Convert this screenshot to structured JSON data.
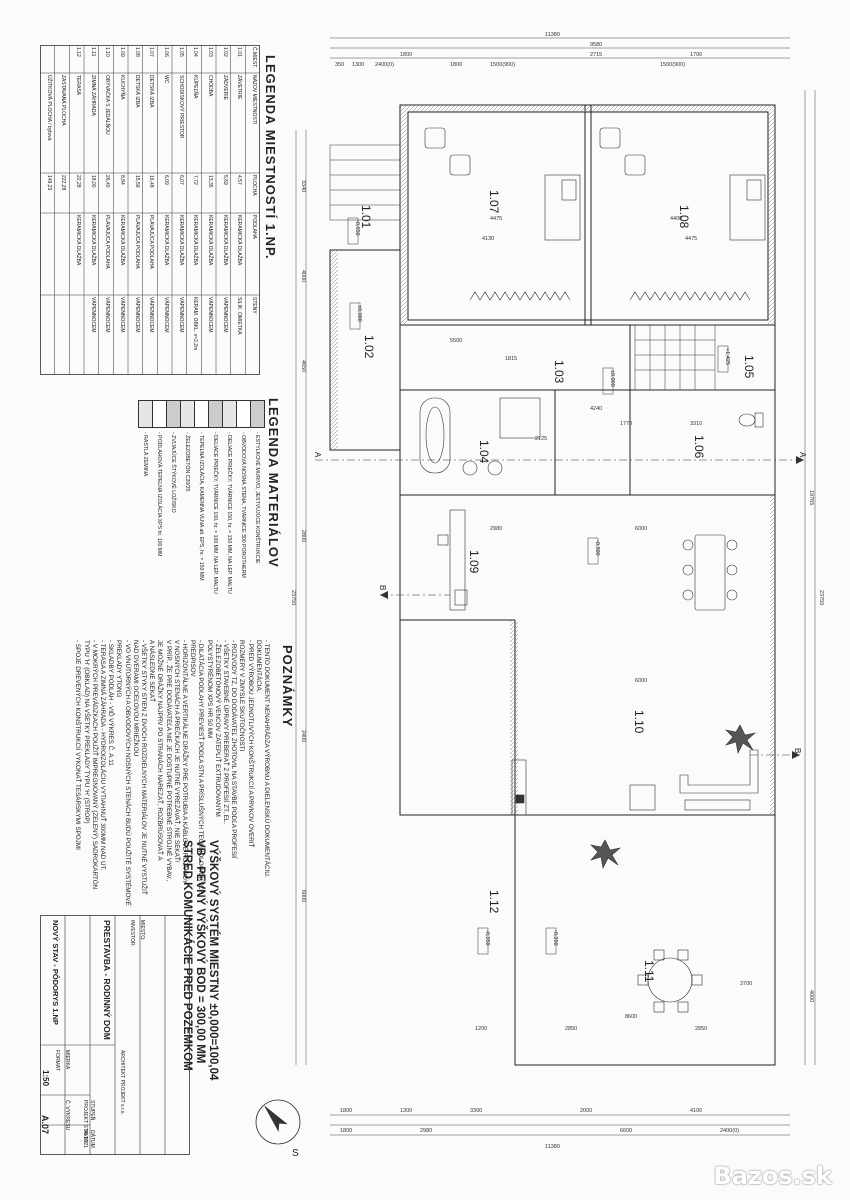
{
  "room_legend": {
    "title": "LEGENDA MIESTNOSTÍ 1.NP.",
    "headers": [
      "Č.MIEST.",
      "NÁZOV MIESTNOSTI",
      "PLOCHA",
      "PODLAHA",
      "STENY"
    ],
    "rows": [
      [
        "1.01",
        "ZÁVETRIE",
        "4,57",
        "KERAMICKÁ DLAŽBA",
        "SILIK. OMIETKA"
      ],
      [
        "1.02",
        "ZÁDVERIE",
        "5,69",
        "KERAMICKÁ DLAŽBA",
        "VÁPENNOCEM"
      ],
      [
        "1.03",
        "CHODBA",
        "13,35",
        "KERAMICKÁ DLAŽBA",
        "VÁPENNOCEM"
      ],
      [
        "1.04",
        "KÚPEĽŇA",
        "7,72",
        "KERAMICKÁ DLAŽBA",
        "KERAM. OBKL. v=2,2m"
      ],
      [
        "1.05",
        "SCHODISKOVÝ PRIESTOR",
        "6,07",
        "KERAMICKÁ DLAŽBA",
        "VÁPENNOCEM"
      ],
      [
        "1.06",
        "WC",
        "6,09",
        "KERAMICKÁ DLAŽBA",
        "VÁPENNOCEM"
      ],
      [
        "1.07",
        "DETSKÁ IZBA",
        "16,48",
        "PLÁVAJÚCA PODLAHA",
        "VÁPENNOCEM"
      ],
      [
        "1.08",
        "DETSKÁ IZBA",
        "15,59",
        "PLÁVAJÚCA PODLAHA",
        "VÁPENNOCEM"
      ],
      [
        "1.09",
        "KUCHYŇA",
        "8,84",
        "KERAMICKÁ DLAŽBA",
        "VÁPENNOCEM"
      ],
      [
        "1.10",
        "OBÝVAČKA S JEDÁLŇOU",
        "26,40",
        "PLÁVAJÚCA PODLAHA",
        "VÁPENNOCEM"
      ],
      [
        "1.11",
        "ZIMNÁ ZÁHRADA",
        "18,00",
        "KERAMICKÁ DLAŽBA",
        "VÁPENNOCEM"
      ],
      [
        "1.12",
        "TERASA",
        "22,28",
        "KERAMICKÁ DLAŽBA",
        ""
      ]
    ],
    "total_rows": [
      [
        "",
        "ZASTAVANÁ PLOCHA",
        "222,28"
      ],
      [
        "",
        "ÚŽITKOVÁ PLOCHA / bytová",
        "149,23"
      ]
    ]
  },
  "material_legend": {
    "title": "LEGENDA MATERIÁLOV",
    "items": [
      "- ESTYLKOVÉ MURIVO, JESTVUJÚCE KONŠTRUKCIE",
      "- OBVODOVÁ NOSNÁ STENA, TVÁRNICE 300 POROTHERM",
      "- DELIACE PRIEČKY, TVÁRNICE 150, hr. = 150 MM, NA LEP. MALTU",
      "- DELIACE PRIEČKY, TVÁRNICE 100, hr. = 100 MM, NA LEP. MALTU",
      "- TEPELNÁ IZOLÁCIA, KAMENNÁ VLNA alt. EPS, hr. = 150 MM",
      "- ŽELEZOBETÓN C20/25",
      "- ZVIJAJÚCE ŠTÝKOVÉ LOŽISKO",
      "- PODLAHOVÁ TEPELNÁ IZOLÁCIA XPS hr. 100 MM",
      "- RASTLÁ ZEMINA"
    ]
  },
  "notes": {
    "title": "POZNÁMKY",
    "lines": [
      "- TENTO DOKUMENT NENAHRÁDZA VÝROBNÚ A DIELENSKÚ DOKUMENTÁCIU.",
      "  DOKUMENTÁCIA.",
      "- PRED VÝROBOU JEDNOTLIVÝCH KONŠTRUKCIÍ A PRVKOV OVERIŤ",
      "  ROZMERY V ZMYSLE SKUTOČNOSTI",
      "- ROZVODY TZ, DO DODÁVATEĽ ZHOTOVIL NA STAVBE PODĽA PROFESIÍ",
      "- VŠETKY STAVEBNÉ ÚPRAVY PREBERAŤ Z PROFESIÍ ZT, EL.",
      "- ŽELEZOBETÓNOVÝ VENCOV ZATEPLIŤ EXTRUDOVANÝM",
      "  POLYSTYRÉNOM XPS HR 50 MM",
      "- DILATÁCIA PODLAHY PREVIESŤ PODĽA STN A PRÍSLUŠNÝCH TECHNOLOGICKÝCH",
      "  PREDPISOV",
      "- HORIZONTÁLNE A VERTIKÁLNE DRÁŽKY PRE POTRUBIA A KÁBLOVÉ ROZVODY",
      "  V NOSNÝCH STENÁCH A PRIEČKACH JE NUTNÉ VYREZÁVAŤ, NIE SEKAŤ!",
      "  V PRÍP., ŽE PRE DODÁVATEĽA NIE JE DOSTUPNÉ POTREBNÉ STROJNÉ VYBAV.,",
      "  JE MOŽNÉ DRÁŽKY NAJPRV PO STRANÁCH NAREZAŤ, ROZBRÚSOVAŤ A",
      "  A NÁSLEDNE SEKAŤ",
      "- VŠETKY STYKY STIEN Z DVOCH ROZDIELNYCH MATERIÁLOV JE NUTNÉ VYSTUŽIŤ",
      "  NAD DVERAMI OCEĽOVOU MRIEŽKOU",
      "- VO VNÚTORNÝCH A OBVODOVÝCH NOSNÝCH STENÁCH BUDÚ POUŽITÉ SYSTÉMOVÉ",
      "  PREKLADY YTONG",
      "- SKLADBY PODLÁH - VIĎ VÝKRES Č. A.11",
      "- TERASA A ZIMNÁ ZÁHRADA - HYDROIZOLÁCIU VYTIAHNUŤ 300MM NAD UT.",
      "- V MOKRÝCH PREVÁDZKACH POUŽIŤ IMPREGNOVANÝ (ZELENÝ) SADROKARTÓN",
      "  TYPU 'H' (OBKLAD) NA VŠETKY PREKLADY TYPU 'H' (STROP)",
      "- SPOJE DREVENÝCH KONŠTRUKCIÍ VYKONAŤ TESÁRSKYMI SPOJMI"
    ]
  },
  "elevation": {
    "line1": "VÝŠKOVÝ SYSTÉM MIESTNY ±0,000=100,04",
    "line2": "VB - PEVNÝ VÝŠKOVÝ BOD = 300,00 MM",
    "line3": "STRED KOMUNIKÁCIE PRED POZEMKOM"
  },
  "title_block": {
    "project": "PRESTAVBA - RODINNÝ DOM",
    "drawing": "NOVÝ STAV - PÔDORYS 1.NP",
    "scale": "1:50",
    "number": "A.07",
    "format_label": "FORMÁT",
    "scale_label": "MIERKA",
    "number_label": "Č. VÝKRESU",
    "stage_label": "STUPEŇ",
    "stage": "PROJEKT STAVBY",
    "date_label": "DÁTUM",
    "date": "06.2021",
    "office": "ARCHITEKT PROJEKT s.r.o.",
    "investor_label": "INVESTOR:",
    "place_label": "MIESTO:"
  },
  "rooms": [
    {
      "id": "1.01",
      "level": "-0,050"
    },
    {
      "id": "1.02",
      "level": "±0,000"
    },
    {
      "id": "1.03",
      "level": "±0,000"
    },
    {
      "id": "1.04",
      "level": ""
    },
    {
      "id": "1.05",
      "level": "+1,425"
    },
    {
      "id": "1.06",
      "level": ""
    },
    {
      "id": "1.07",
      "level": ""
    },
    {
      "id": "1.08",
      "level": ""
    },
    {
      "id": "1.09",
      "level": ""
    },
    {
      "id": "1.10",
      "level": "-0,300"
    },
    {
      "id": "1.11",
      "level": "-0,350"
    },
    {
      "id": "1.12",
      "level": "-0,350"
    }
  ],
  "dimensions": {
    "top_total": "11380",
    "top_a": "9580",
    "top_b": [
      "1800",
      "2715",
      "1700"
    ],
    "top_c": [
      "350",
      "1300",
      "2400(0)",
      "1800",
      "1500(900)",
      "1500(900)"
    ],
    "bottom_total": "11380",
    "bottom_a": [
      "1800",
      "1300",
      "3300",
      "2000",
      "4100"
    ],
    "bottom_b": [
      "1800",
      "2980",
      "6600",
      "2400(0)"
    ],
    "right_total": "23750",
    "right_a": "19765",
    "right_b": "4000",
    "left_total": "23750",
    "left_a": [
      "3340",
      "4000",
      "4650",
      "2800",
      "2400",
      "6000"
    ],
    "inner": [
      "4475",
      "4130",
      "4400",
      "4475",
      "5500",
      "1815",
      "4240",
      "1770",
      "3310",
      "2125",
      "2980",
      "6000",
      "6000",
      "8600",
      "2850",
      "2850",
      "3700",
      "1200"
    ]
  },
  "section_marks": {
    "a": "A",
    "b": "B"
  },
  "north_label": "S",
  "watermark": "Bazos.sk",
  "colors": {
    "line": "#2a2a2a",
    "wall_fill": "#d9d9d9",
    "insulation": "#bdbdbd",
    "paper": "#fbfbf9"
  }
}
